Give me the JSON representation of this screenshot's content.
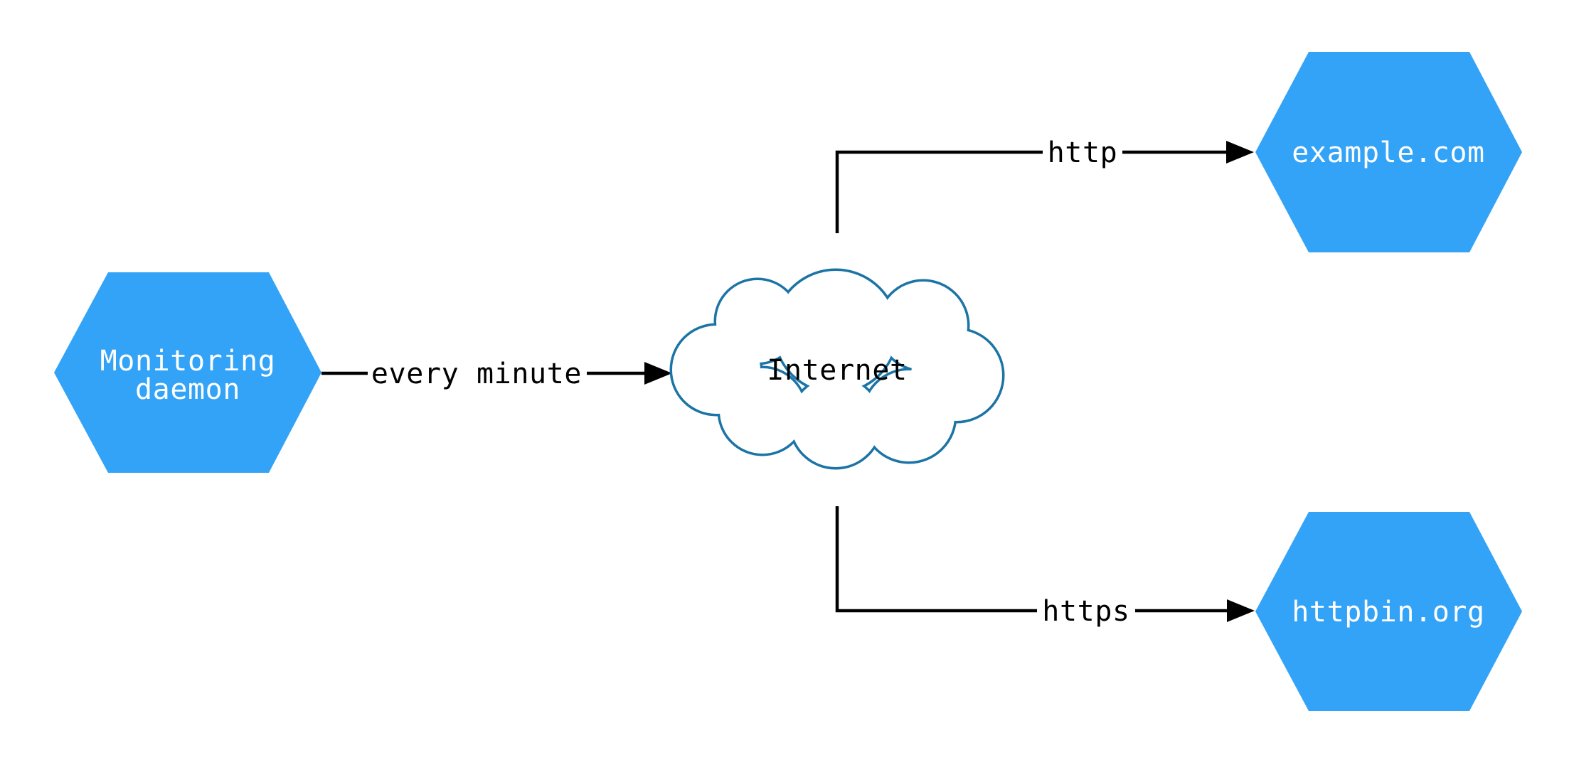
{
  "diagram": {
    "kind": "network-monitoring-flow",
    "nodes": {
      "monitoring_daemon": {
        "shape": "hexagon",
        "label_line1": "Monitoring",
        "label_line2": "daemon"
      },
      "internet": {
        "shape": "cloud",
        "label": "Internet"
      },
      "example_com": {
        "shape": "hexagon",
        "label": "example.com"
      },
      "httpbin_org": {
        "shape": "hexagon",
        "label": "httpbin.org"
      }
    },
    "edges": [
      {
        "from": "Monitoring daemon",
        "to": "Internet",
        "label": "every minute"
      },
      {
        "from": "Internet",
        "to": "example.com",
        "label": "http"
      },
      {
        "from": "Internet",
        "to": "httpbin.org",
        "label": "https"
      }
    ],
    "colors": {
      "background": "#ffffff",
      "node_fill": "#33a3f7",
      "node_text": "#ffffff",
      "cloud_fill": "#ffffff",
      "cloud_stroke": "#1b74a5",
      "cloud_text": "#000000",
      "edge_line": "#000000",
      "edge_label_text": "#000000"
    }
  }
}
